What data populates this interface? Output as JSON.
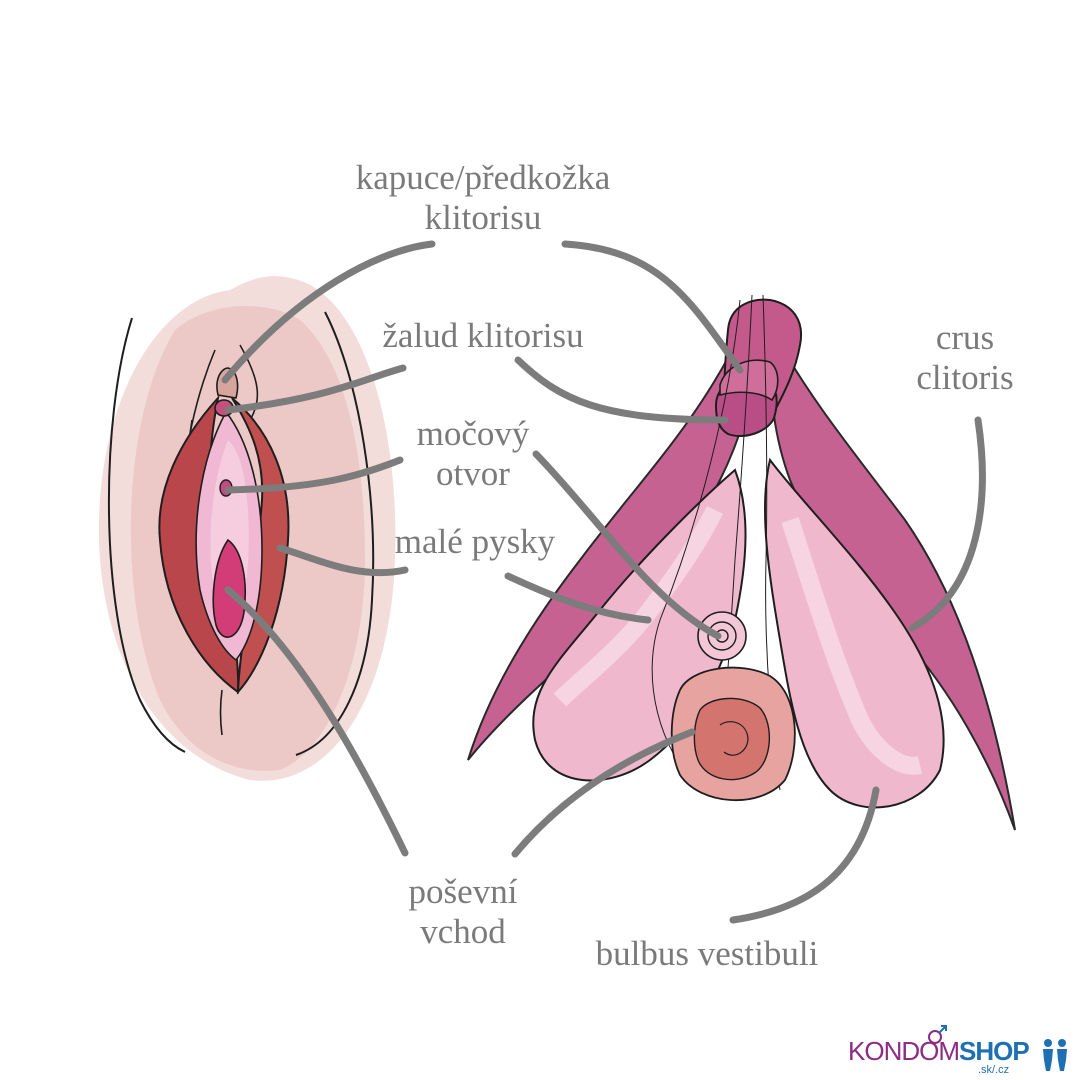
{
  "labels": {
    "hood_line1": "kapuce/předkožka",
    "hood_line2": "klitorisu",
    "glans": "žalud klitorisu",
    "urethra_line1": "močový",
    "urethra_line2": "otvor",
    "labia_minora": "malé pysky",
    "crus_line1": "crus",
    "crus_line2": "clitoris",
    "vaginal_line1": "poševní",
    "vaginal_line2": "vchod",
    "bulbus": "bulbus vestibuli"
  },
  "logo": {
    "part1": "KONDOM",
    "part2": "SHOP",
    "tld": ".sk/.cz"
  },
  "colors": {
    "label_text": "#7a7a7a",
    "leader_line": "#7c7c7c",
    "labia_outer": "#e8c8c6",
    "labia_red": "#b8464b",
    "inner_pink": "#f0b8d2",
    "clitoris_magenta": "#c45a8c",
    "bulb_pink": "#efb8cc",
    "vaginal_opening": "#d88a88"
  }
}
